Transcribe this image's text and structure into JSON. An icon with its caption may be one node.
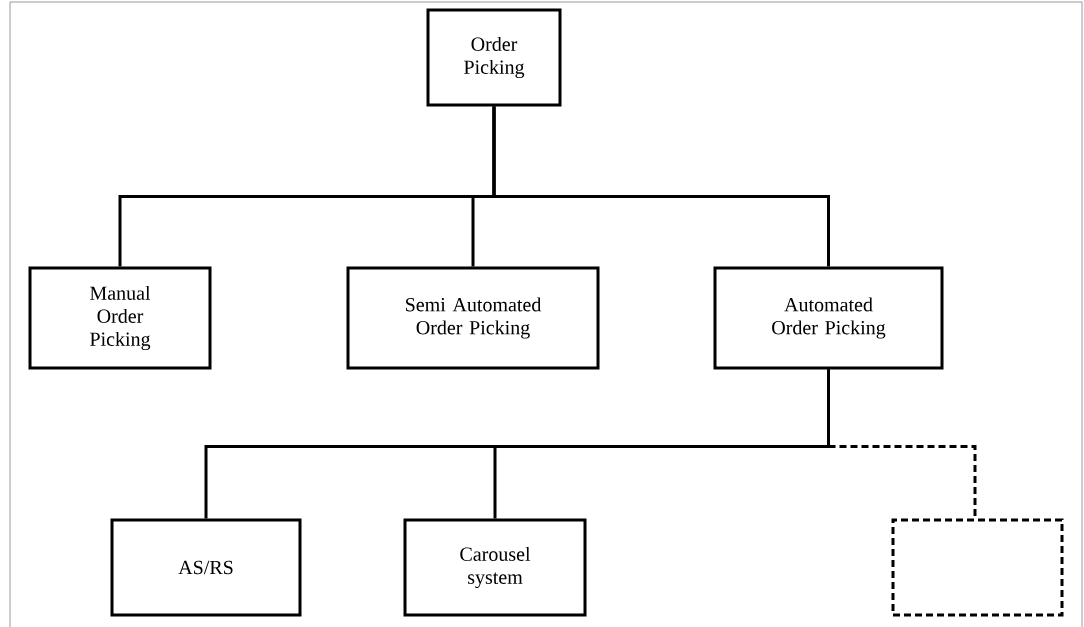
{
  "diagram": {
    "nodes": [
      {
        "text": [
          "Order Picking"
        ]
      },
      {
        "text": [
          "Manual Order Picking"
        ]
      },
      {
        "text": [
          "Semi Automated Order Picking"
        ]
      },
      {
        "text": [
          "Automated Order Picking"
        ]
      },
      {
        "text": [
          "AS/RS"
        ]
      },
      {
        "text": [
          "Carousel system"
        ]
      },
      {
        "text": [],
        "shape": "box"
      }
    ],
    "edges": [
      {
        "from": 0,
        "to": 1,
        "arrow": "none"
      },
      {
        "from": 0,
        "to": 2,
        "arrow": "none"
      },
      {
        "from": 0,
        "to": 3,
        "arrow": "none"
      },
      {
        "from": 3,
        "to": 4,
        "arrow": "none"
      },
      {
        "from": 3,
        "to": 5,
        "arrow": "none"
      },
      {
        "from": 3,
        "to": 6,
        "arrow": "none",
        "style": "dashed"
      }
    ]
  }
}
